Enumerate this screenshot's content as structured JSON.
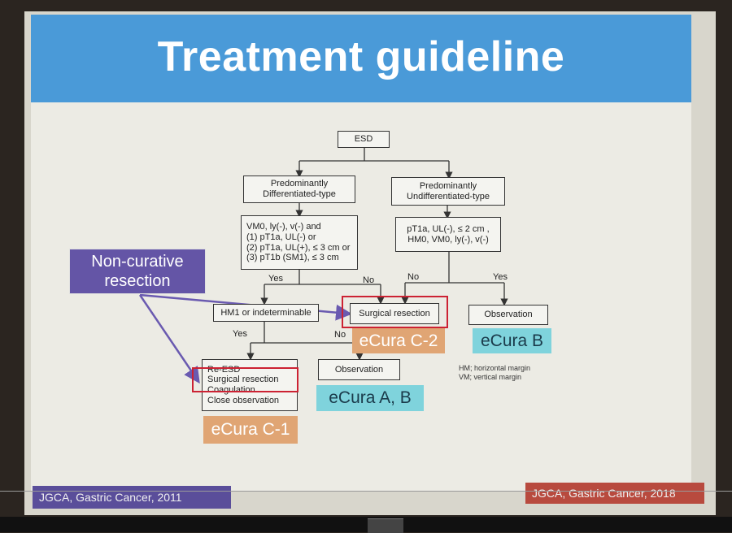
{
  "title": "Treatment guideline",
  "flow": {
    "esd": "ESD",
    "diff": "Predominantly\nDifferentiated-type",
    "undiff": "Predominantly\nUndifferentiated-type",
    "diff_criteria": "VM0, ly(-), v(-) and\n(1) pT1a, UL(-) or\n(2) pT1a, UL(+), ≤ 3 cm or\n(3) pT1b (SM1), ≤ 3 cm",
    "undiff_criteria": "pT1a, UL(-), ≤ 2 cm ,\nHM0, VM0, ly(-), v(-)",
    "hm1": "HM1 or indeterminable",
    "surgical": "Surgical resection",
    "observation_right": "Observation",
    "observation_mid": "Observation",
    "reesd_list": "Re-ESD\nSurgical resection\nCoagulation\nClose observation",
    "yes1": "Yes",
    "no1": "No",
    "no2": "No",
    "yes2": "Yes",
    "yes3": "Yes",
    "no3": "No"
  },
  "tags": {
    "c2": "eCura C-2",
    "b": "eCura B",
    "ab": "eCura A, B",
    "c1": "eCura C-1"
  },
  "callout": "Non-curative\nresection",
  "abbrev": "HM; horizontal margin\nVM; vertical margin",
  "footer": {
    "left": "JGCA, Gastric Cancer, 2011",
    "right": "JGCA, Gastric Cancer, 2018"
  },
  "colors": {
    "title_bar": "#4a9ad8",
    "callout": "#6455a6",
    "highlight": "#cc2233",
    "tag_orange": "#e0a574",
    "tag_teal": "#7fd3dc"
  }
}
